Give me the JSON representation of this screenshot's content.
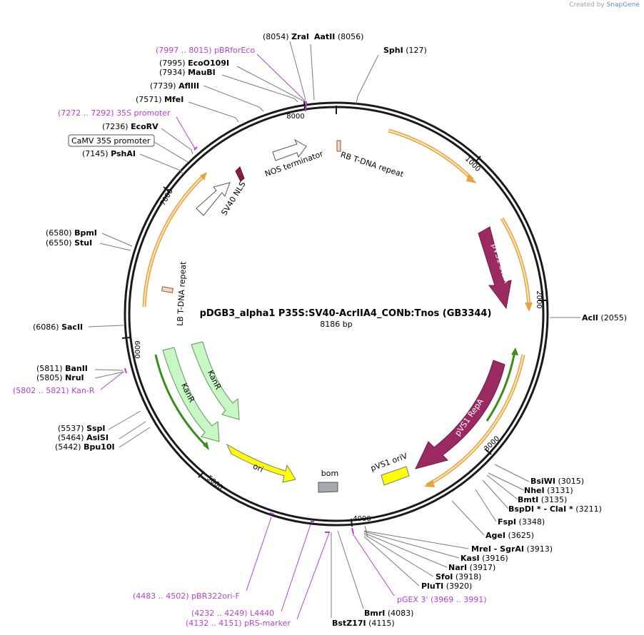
{
  "credit": {
    "prefix": "Created by",
    "brand": "SnapGene"
  },
  "plasmid": {
    "name": "pDGB3_alpha1 P35S:SV40-AcrIIA4_CONb:Tnos (GB3344)",
    "size_label": "8186 bp",
    "length": 8186
  },
  "ticks": [
    {
      "pos": 0,
      "label": ""
    },
    {
      "pos": 1000,
      "label": "1000"
    },
    {
      "pos": 2000,
      "label": "2000"
    },
    {
      "pos": 3000,
      "label": "3000"
    },
    {
      "pos": 4000,
      "label": "4000"
    },
    {
      "pos": 5000,
      "label": "5000"
    },
    {
      "pos": 6000,
      "label": "6000"
    },
    {
      "pos": 7000,
      "label": "7000"
    },
    {
      "pos": 8000,
      "label": "8000"
    }
  ],
  "sites": [
    {
      "pos": "(8054)",
      "name": "ZraI",
      "purple": false
    },
    {
      "pos": "(8056)",
      "name": "AatII",
      "purple": false
    },
    {
      "pos": "(127)",
      "name": "SphI",
      "purple": false
    },
    {
      "pos": "(7997 .. 8015)",
      "name": "pBRforEco",
      "purple": true
    },
    {
      "pos": "(7995)",
      "name": "EcoO109I",
      "purple": false
    },
    {
      "pos": "(7934)",
      "name": "MauBI",
      "purple": false
    },
    {
      "pos": "(7739)",
      "name": "AflIII",
      "purple": false
    },
    {
      "pos": "(7571)",
      "name": "MfeI",
      "purple": false
    },
    {
      "pos": "(7272 .. 7292)",
      "name": "35S promoter",
      "purple": true
    },
    {
      "pos": "(7236)",
      "name": "EcoRV",
      "purple": false
    },
    {
      "pos": "",
      "name": "CaMV 35S promoter",
      "purple": false,
      "boxed": true
    },
    {
      "pos": "(7145)",
      "name": "PshAI",
      "purple": false
    },
    {
      "pos": "(6580)",
      "name": "BpmI",
      "purple": false
    },
    {
      "pos": "(6550)",
      "name": "StuI",
      "purple": false
    },
    {
      "pos": "(6086)",
      "name": "SacII",
      "purple": false
    },
    {
      "pos": "(5811)",
      "name": "BanII",
      "purple": false
    },
    {
      "pos": "(5805)",
      "name": "NruI",
      "purple": false
    },
    {
      "pos": "(5802 .. 5821)",
      "name": "Kan-R",
      "purple": true
    },
    {
      "pos": "(5537)",
      "name": "SspI",
      "purple": false
    },
    {
      "pos": "(5464)",
      "name": "AsiSI",
      "purple": false
    },
    {
      "pos": "(5442)",
      "name": "Bpu10I",
      "purple": false
    },
    {
      "pos": "(2055)",
      "name": "AclI",
      "purple": false
    },
    {
      "pos": "(3015)",
      "name": "BsiWI",
      "purple": false
    },
    {
      "pos": "(3131)",
      "name": "NheI",
      "purple": false
    },
    {
      "pos": "(3135)",
      "name": "BmtI",
      "purple": false
    },
    {
      "pos": "(3211)",
      "name": "BspDI * - ClaI *",
      "purple": false
    },
    {
      "pos": "(3348)",
      "name": "FspI",
      "purple": false
    },
    {
      "pos": "(3625)",
      "name": "AgeI",
      "purple": false
    },
    {
      "pos": "(3913)",
      "name": "MreI - SgrAI",
      "purple": false
    },
    {
      "pos": "(3916)",
      "name": "KasI",
      "purple": false
    },
    {
      "pos": "(3917)",
      "name": "NarI",
      "purple": false
    },
    {
      "pos": "(3918)",
      "name": "SfoI",
      "purple": false
    },
    {
      "pos": "(3920)",
      "name": "PluTI",
      "purple": false
    },
    {
      "pos": "(3969 .. 3991)",
      "name": "pGEX 3'",
      "purple": true
    },
    {
      "pos": "(4083)",
      "name": "BmrI",
      "purple": false
    },
    {
      "pos": "(4115)",
      "name": "BstZ17I",
      "purple": false
    },
    {
      "pos": "(4483 .. 4502)",
      "name": "pBR322ori-F",
      "purple": true
    },
    {
      "pos": "(4232 .. 4249)",
      "name": "L4440",
      "purple": true
    },
    {
      "pos": "(4132 .. 4151)",
      "name": "pRS-marker",
      "purple": true
    }
  ],
  "features": [
    {
      "name": "NOS terminator",
      "color": "#ffffff"
    },
    {
      "name": "RB T-DNA repeat",
      "color": "#f5d5bf"
    },
    {
      "name": "SV40 NLS",
      "color": "#8b1a4b"
    },
    {
      "name": "pVS1 StaA",
      "color": "#9b2a63"
    },
    {
      "name": "LB T-DNA repeat",
      "color": "#f5d5bf"
    },
    {
      "name": "KanR",
      "color": "#c8f7c5"
    },
    {
      "name": "KanR",
      "color": "#c8f7c5"
    },
    {
      "name": "pVS1 RepA",
      "color": "#9b2a63"
    },
    {
      "name": "pVS1 oriV",
      "color": "#ffff00"
    },
    {
      "name": "ori",
      "color": "#ffff00"
    },
    {
      "name": "bom",
      "color": "#a6a9ad"
    }
  ],
  "colors": {
    "backbone": "#1a1a1a",
    "orf": "#e8a33d",
    "orf_fill": "#fbe6c2",
    "primer": "#b63fd4",
    "green_orf": "#3c8c1a"
  }
}
